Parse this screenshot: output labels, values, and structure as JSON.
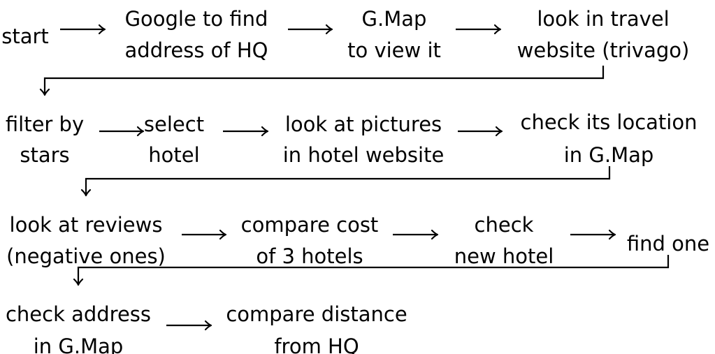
{
  "diagram": {
    "nodes": [
      {
        "id": "start",
        "lines": [
          "start"
        ]
      },
      {
        "id": "google",
        "lines": [
          "Google to find",
          "address of HQ"
        ]
      },
      {
        "id": "gmap1",
        "lines": [
          "G.Map",
          "to view it"
        ]
      },
      {
        "id": "travel",
        "lines": [
          "look in travel",
          "website (trivago)"
        ]
      },
      {
        "id": "filter",
        "lines": [
          "filter by",
          "stars"
        ]
      },
      {
        "id": "select",
        "lines": [
          "select",
          "hotel"
        ]
      },
      {
        "id": "pictures",
        "lines": [
          "look at pictures",
          "in hotel website"
        ]
      },
      {
        "id": "location",
        "lines": [
          "check its location",
          "in G.Map"
        ]
      },
      {
        "id": "reviews",
        "lines": [
          "look at reviews",
          "(negative ones)"
        ]
      },
      {
        "id": "compare",
        "lines": [
          "compare cost",
          "of 3 hotels"
        ]
      },
      {
        "id": "newhotel",
        "lines": [
          "check",
          "new hotel"
        ]
      },
      {
        "id": "findone",
        "lines": [
          "find one"
        ]
      },
      {
        "id": "address",
        "lines": [
          "check address",
          "in G.Map"
        ]
      },
      {
        "id": "distance",
        "lines": [
          "compare distance",
          "from HQ"
        ]
      }
    ],
    "edges": [
      {
        "from": "start",
        "to": "google"
      },
      {
        "from": "google",
        "to": "gmap1"
      },
      {
        "from": "gmap1",
        "to": "travel"
      },
      {
        "from": "travel",
        "to": "filter"
      },
      {
        "from": "filter",
        "to": "select"
      },
      {
        "from": "select",
        "to": "pictures"
      },
      {
        "from": "pictures",
        "to": "location"
      },
      {
        "from": "location",
        "to": "reviews"
      },
      {
        "from": "reviews",
        "to": "compare"
      },
      {
        "from": "compare",
        "to": "newhotel"
      },
      {
        "from": "newhotel",
        "to": "findone"
      },
      {
        "from": "findone",
        "to": "address"
      },
      {
        "from": "address",
        "to": "distance"
      }
    ]
  }
}
